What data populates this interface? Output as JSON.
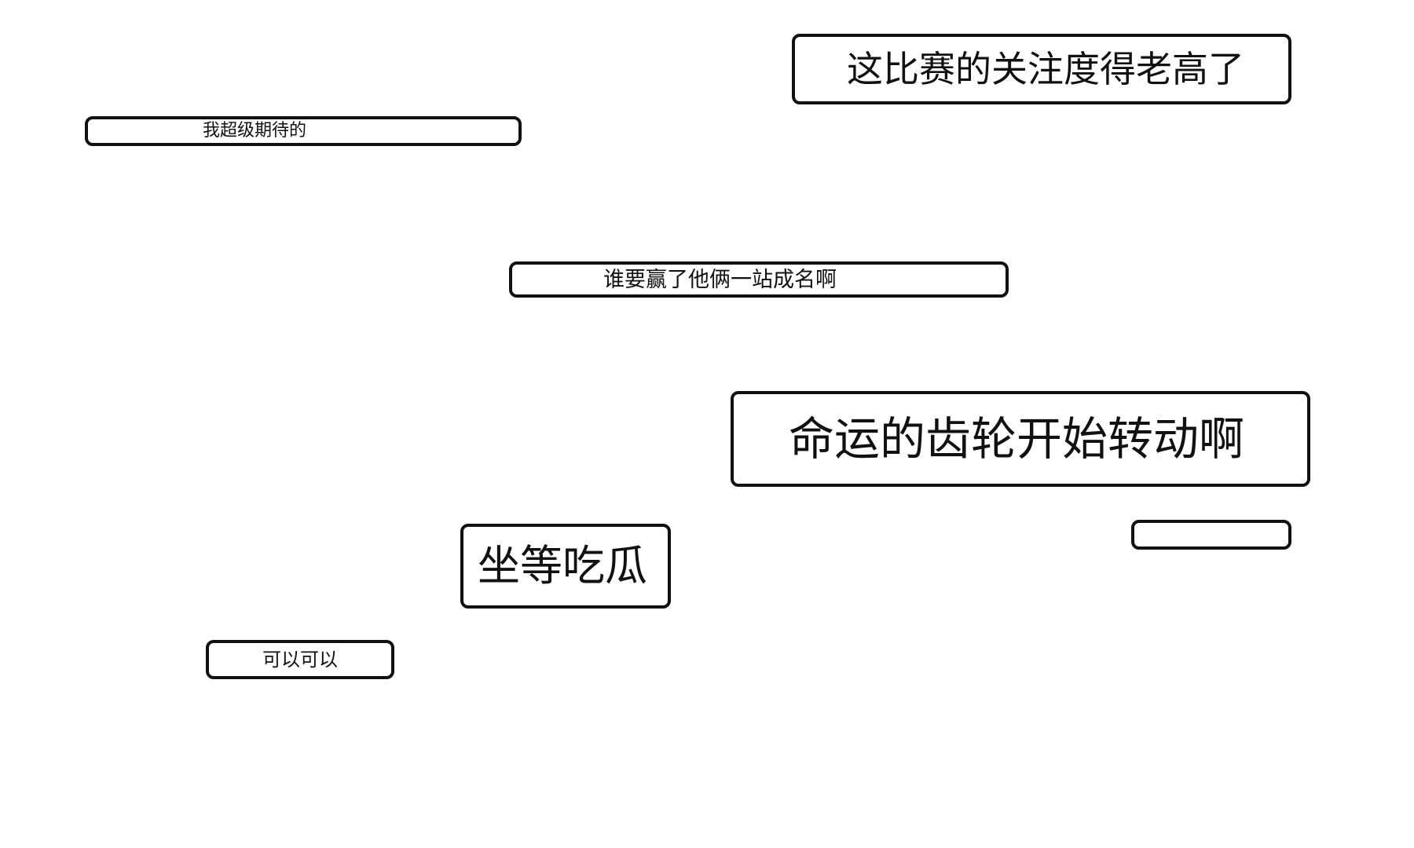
{
  "bubbles": [
    {
      "text": "这比赛的关注度得老高了"
    },
    {
      "text": "我超级期待的"
    },
    {
      "text": "谁要赢了他俩一站成名啊"
    },
    {
      "text": "命运的齿轮开始转动啊"
    },
    {
      "text": ""
    },
    {
      "text": "坐等吃瓜"
    },
    {
      "text": "可以可以"
    }
  ]
}
